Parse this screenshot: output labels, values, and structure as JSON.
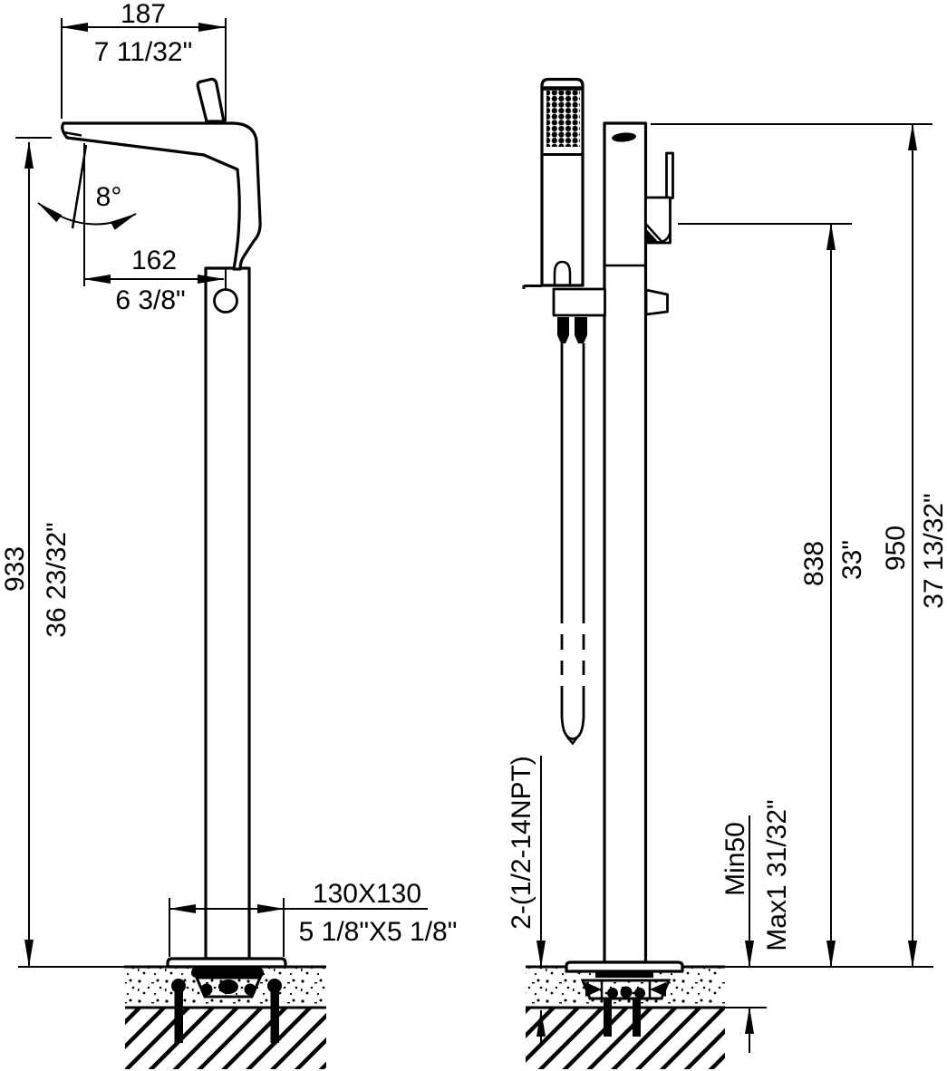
{
  "drawing": {
    "title": "freestanding-tub-faucet-dimension-drawing",
    "colors": {
      "line": "#000000",
      "background": "#ffffff"
    },
    "left_view": {
      "spout_reach_mm": "187",
      "spout_reach_in": "7 11/32\"",
      "spout_angle": "8°",
      "spout_center_mm": "162",
      "spout_center_in": "6 3/8\"",
      "height_mm": "933",
      "height_in": "36 23/32\"",
      "base_size_mm": "130X130",
      "base_size_in": "5 1/8\"X5 1/8\""
    },
    "right_view": {
      "handle_height_mm": "838",
      "handle_height_in": "33\"",
      "overall_height_mm": "950",
      "overall_height_in": "37 13/32\"",
      "floor_min": "Min50",
      "floor_max": "Max1 31/32\"",
      "inlet_spec": "2-(1/2-14NPT)"
    }
  }
}
